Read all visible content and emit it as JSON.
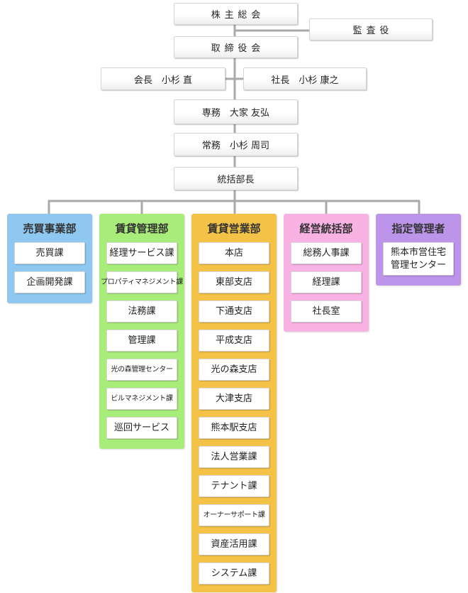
{
  "top": {
    "shareholders": "株主総会",
    "auditor": "監査役",
    "board": "取締役会",
    "chairman": "会長　小杉 直",
    "president": "社長　小杉 康之",
    "senior_md": "専務　大家 友弘",
    "md": "常務　小杉 周司",
    "gm": "統括部長"
  },
  "departments": [
    {
      "name": "売買事業部",
      "color": "#8ec8f0",
      "sections": [
        "売買課",
        "企画開発課"
      ]
    },
    {
      "name": "賃貸管理部",
      "color": "#a8ec7a",
      "sections": [
        "経理サービス課",
        "プロパティマネジメント課",
        "法務課",
        "管理課",
        "光の森管理センター",
        "ビルマネジメント課",
        "巡回サービス"
      ]
    },
    {
      "name": "賃貸営業部",
      "color": "#f4c246",
      "sections": [
        "本店",
        "東部支店",
        "下通支店",
        "平成支店",
        "光の森支店",
        "大津支店",
        "熊本駅支店",
        "法人営業課",
        "テナント課",
        "オーナーサポート課",
        "資産活用課",
        "システム課"
      ]
    },
    {
      "name": "経営統括部",
      "color": "#f8b2e4",
      "sections": [
        "総務人事課",
        "経理課",
        "社長室"
      ]
    },
    {
      "name": "指定管理者",
      "color": "#bc94ea",
      "sections": [
        "熊本市営住宅\n管理センター"
      ]
    }
  ],
  "colors": {
    "line": "#a9a9a9"
  }
}
